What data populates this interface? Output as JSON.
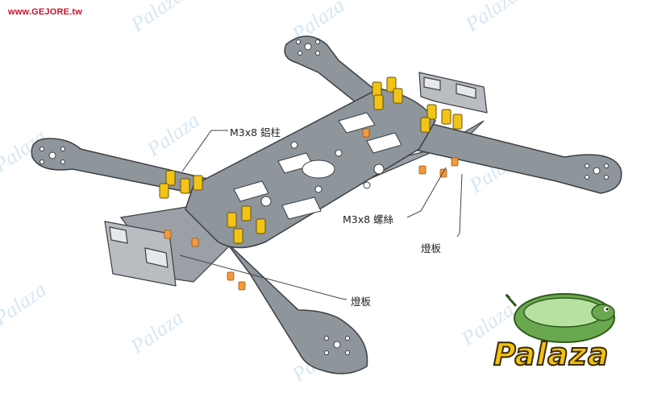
{
  "site_url": "www.GEJORE.tw",
  "watermark": "Palaza",
  "callouts": {
    "standoff": "M3x8 鋁柱",
    "screw": "M3x8 螺絲",
    "led_board_right": "燈板",
    "led_board_left": "燈板"
  },
  "logo": {
    "text": "Palaza",
    "icon": "turtle-mascot-icon"
  },
  "colors": {
    "frame_fill": "#8e959b",
    "frame_edge": "#3b3f44",
    "standoff": "#f2c418",
    "screw": "#f39a3c",
    "watermark": "#d7e7f3",
    "logo_text": "#f3c20e",
    "site_url": "#c8102e"
  }
}
